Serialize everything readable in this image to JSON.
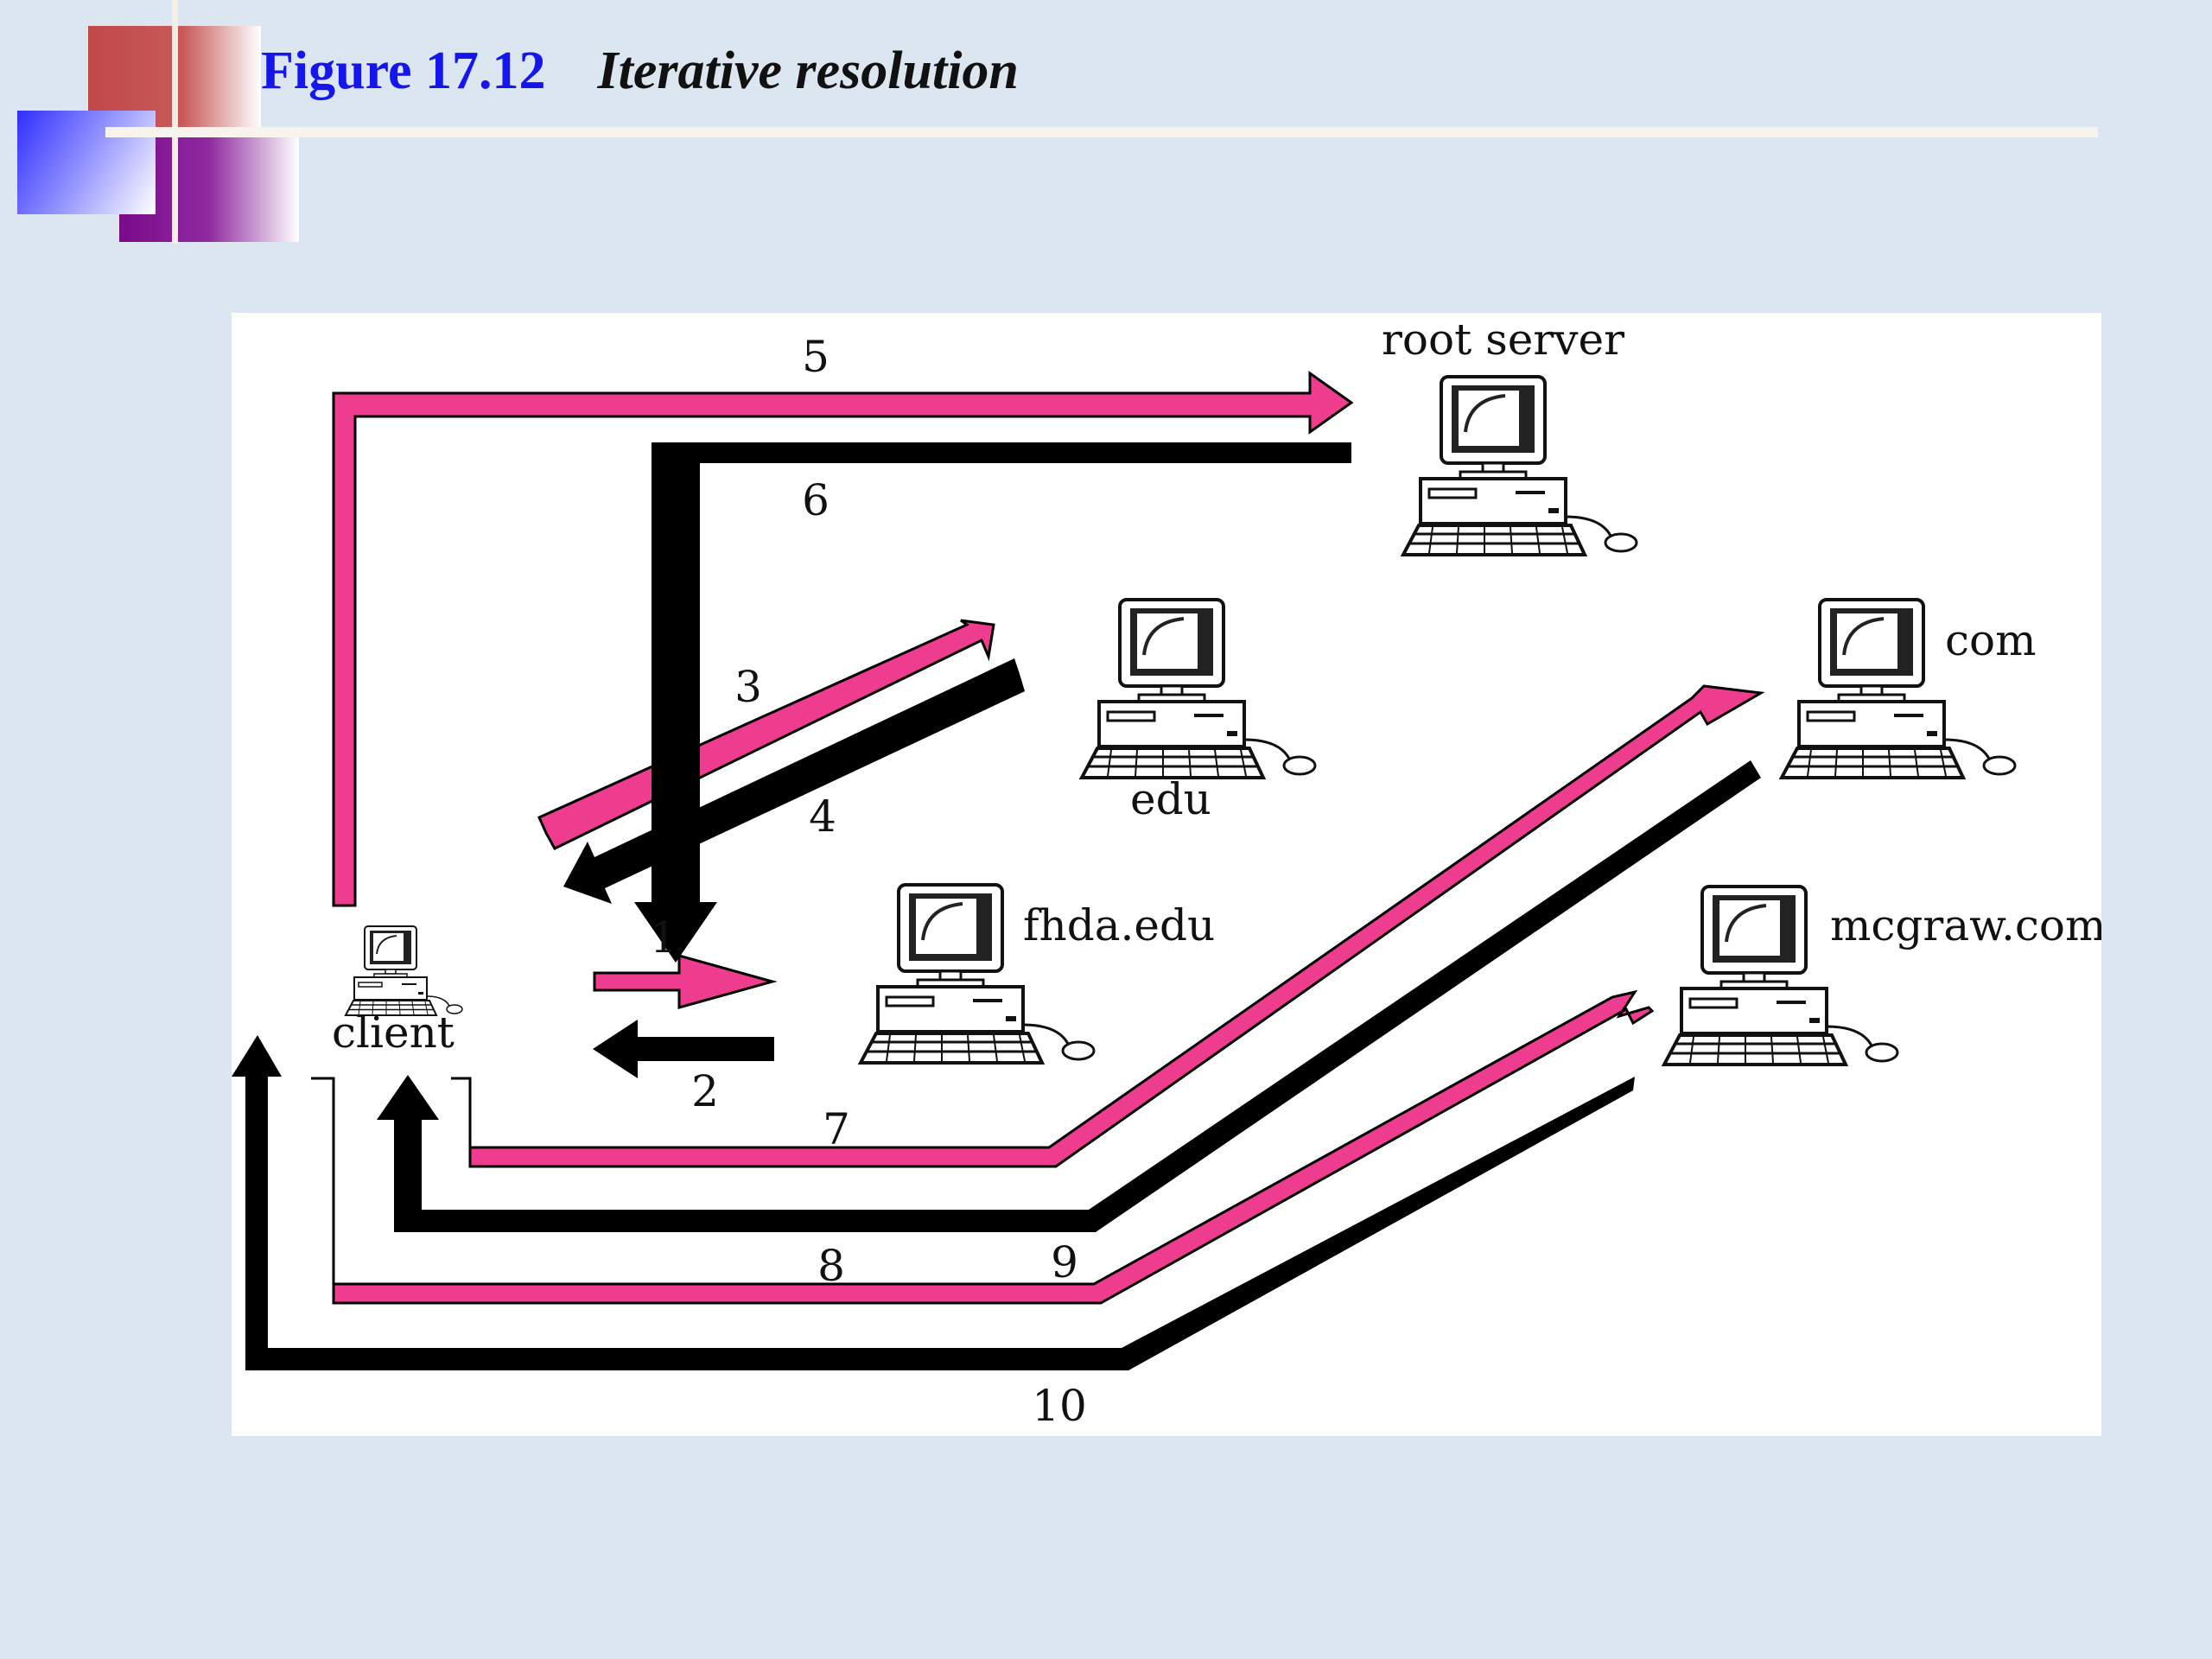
{
  "header": {
    "figure_number": "Figure 17.12",
    "figure_title": "Iterative resolution"
  },
  "nodes": {
    "root": "root server",
    "edu": "edu",
    "com": "com",
    "fhda": "fhda.edu",
    "mcgraw": "mcgraw.com",
    "client": "client"
  },
  "steps": [
    "1",
    "2",
    "3",
    "4",
    "5",
    "6",
    "7",
    "8",
    "9",
    "10"
  ],
  "colors": {
    "request": "#ee3d8f",
    "response": "#000000",
    "background": "#dce6f0"
  },
  "icons": [
    "computer-icon"
  ]
}
